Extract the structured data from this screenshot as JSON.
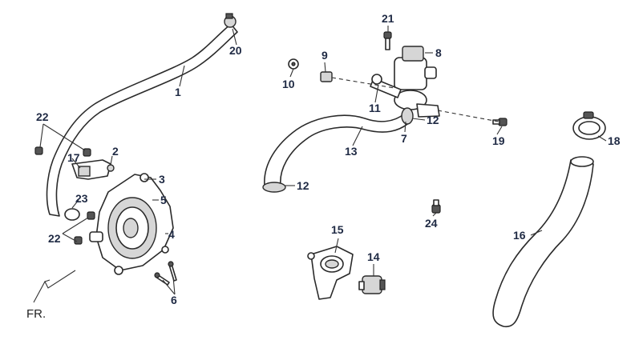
{
  "diagram": {
    "callouts": [
      {
        "id": "c1",
        "label": "1"
      },
      {
        "id": "c2",
        "label": "2"
      },
      {
        "id": "c3",
        "label": "3"
      },
      {
        "id": "c4",
        "label": "4"
      },
      {
        "id": "c5",
        "label": "5"
      },
      {
        "id": "c6",
        "label": "6"
      },
      {
        "id": "c7",
        "label": "7"
      },
      {
        "id": "c8",
        "label": "8"
      },
      {
        "id": "c9",
        "label": "9"
      },
      {
        "id": "c10",
        "label": "10"
      },
      {
        "id": "c11",
        "label": "11"
      },
      {
        "id": "c12a",
        "label": "12"
      },
      {
        "id": "c12b",
        "label": "12"
      },
      {
        "id": "c13",
        "label": "13"
      },
      {
        "id": "c14",
        "label": "14"
      },
      {
        "id": "c15",
        "label": "15"
      },
      {
        "id": "c16",
        "label": "16"
      },
      {
        "id": "c17",
        "label": "17"
      },
      {
        "id": "c18",
        "label": "18"
      },
      {
        "id": "c19",
        "label": "19"
      },
      {
        "id": "c20",
        "label": "20"
      },
      {
        "id": "c21",
        "label": "21"
      },
      {
        "id": "c22a",
        "label": "22"
      },
      {
        "id": "c22b",
        "label": "22"
      },
      {
        "id": "c23",
        "label": "23"
      },
      {
        "id": "c24",
        "label": "24"
      }
    ],
    "front_indicator": "FR.",
    "colors": {
      "callout_text": "#1f2a44",
      "line": "#2a2a2a"
    }
  }
}
